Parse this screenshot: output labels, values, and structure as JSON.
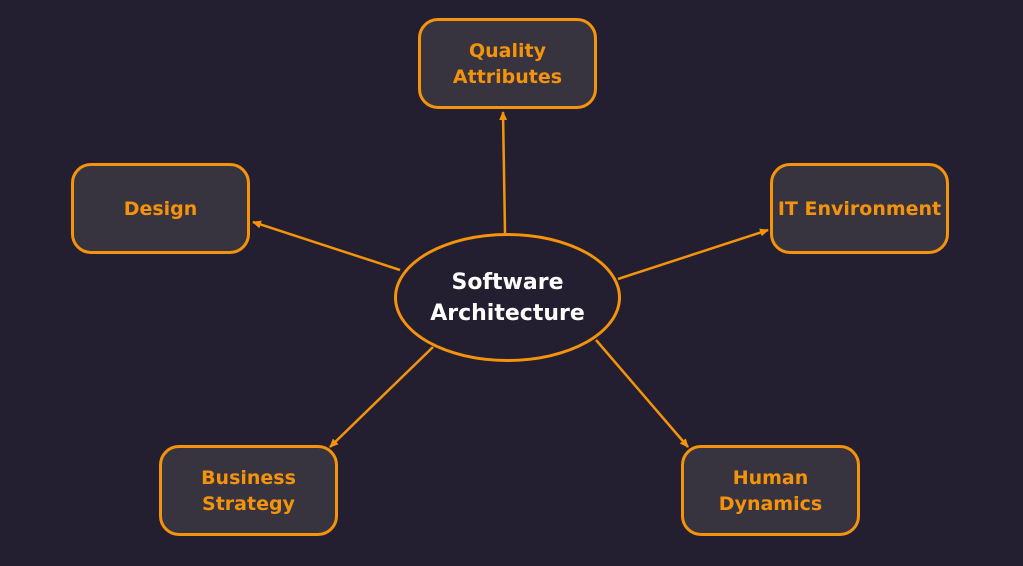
{
  "colors": {
    "background": "#231f30",
    "node_fill": "#38343f",
    "accent": "#f5930a",
    "center_text": "#ffffff"
  },
  "center": {
    "label": "Software\nArchitecture"
  },
  "nodes": [
    {
      "id": "quality",
      "label": "Quality\nAttributes"
    },
    {
      "id": "design",
      "label": "Design"
    },
    {
      "id": "it",
      "label": "IT Environment"
    },
    {
      "id": "business",
      "label": "Business\nStrategy"
    },
    {
      "id": "human",
      "label": "Human\nDynamics"
    }
  ]
}
